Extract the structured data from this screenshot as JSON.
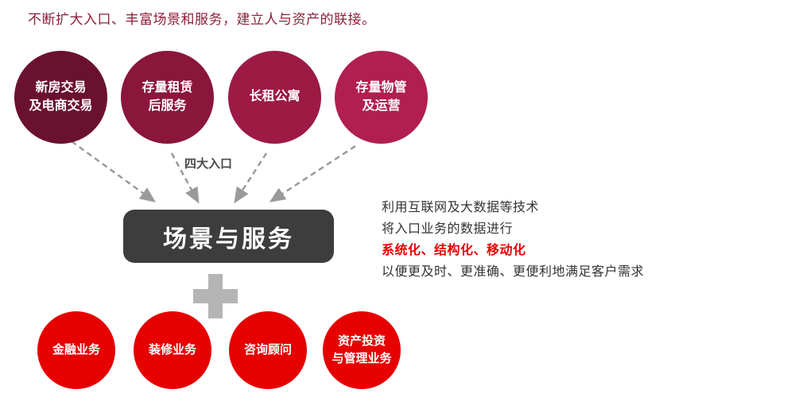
{
  "title": "不断扩大入口、丰富场景和服务，建立人与资产的联接。",
  "four_entries_label": "四大入口",
  "entry_circles": [
    {
      "label": "新房交易\n及电商交易",
      "color": "#6b1130"
    },
    {
      "label": "存量租赁\n后服务",
      "color": "#8a163b"
    },
    {
      "label": "长租公寓",
      "color": "#9d1a45"
    },
    {
      "label": "存量物管\n及运营",
      "color": "#b01f50"
    }
  ],
  "center_box": {
    "label": "场景与服务",
    "color": "#3d3d3d"
  },
  "plus_color": "#b5b5b5",
  "arrow_color": "#9a9a9a",
  "business_circles": [
    {
      "label": "金融业务",
      "color": "#e60000"
    },
    {
      "label": "装修业务",
      "color": "#e60000"
    },
    {
      "label": "咨询顾问",
      "color": "#e60000"
    },
    {
      "label": "资产投资\n与管理业务",
      "color": "#e60000"
    }
  ],
  "description": {
    "line1": "利用互联网及大数据等技术",
    "line2": "将入口业务的数据进行",
    "highlight": "系统化、结构化、移动化",
    "highlight_color": "#e60000",
    "line3": "以便更及时、更准确、更便利地满足客户需求"
  }
}
